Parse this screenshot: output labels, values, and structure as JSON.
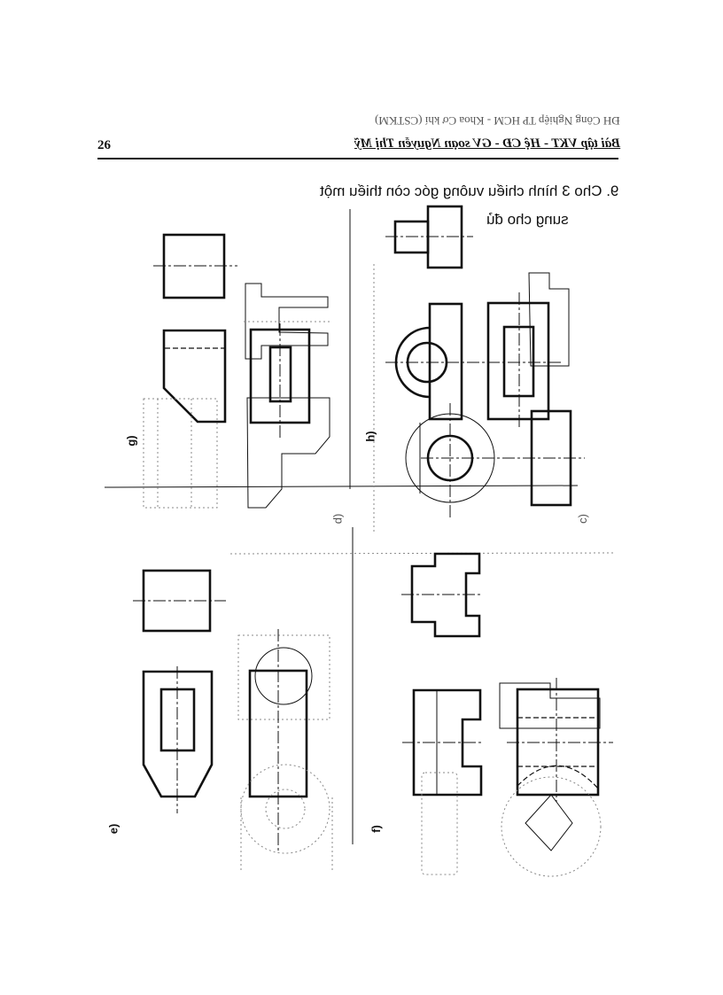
{
  "page": {
    "page_number": "26",
    "header_title": "Bài tập VKT - Hệ CĐ - GV soạn Nguyễn Thị Mỹ",
    "header_overlay": "ĐH Công Nghiệp TP HCM - Khoa Cơ khí (CSTKM)",
    "question_line1": "9. Cho 3 hình chiếu vuông góc còn thiếu một",
    "question_line2": "sung cho đủ"
  },
  "figure_labels": {
    "g": "g)",
    "h": "h)",
    "c": "c)",
    "d": "d)",
    "e": "e)",
    "f": "f)"
  }
}
